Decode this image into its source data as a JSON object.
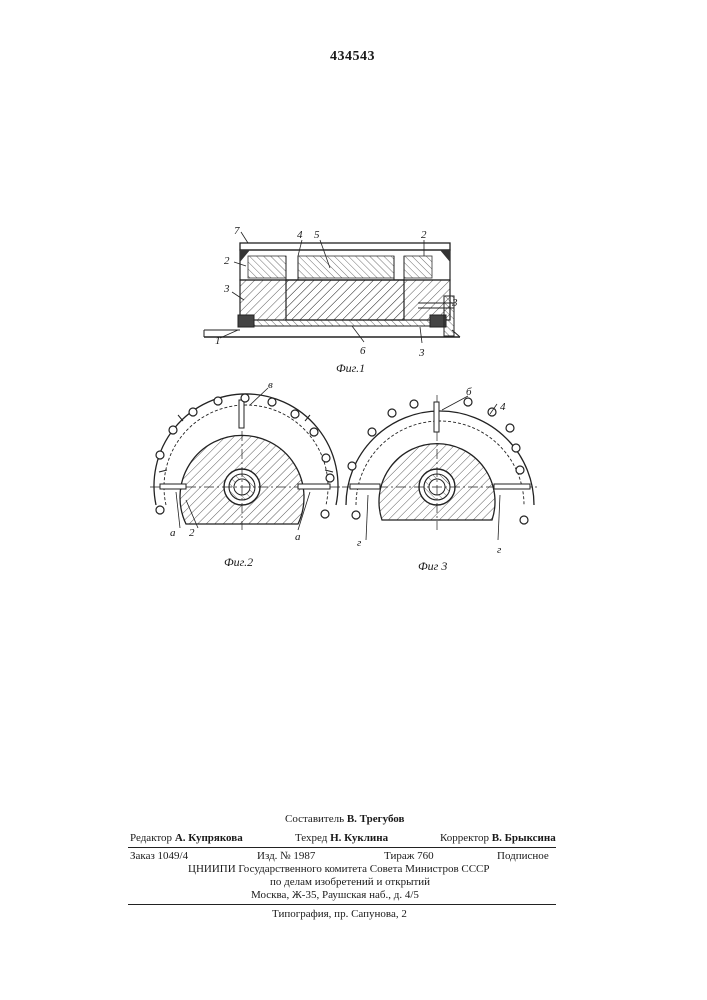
{
  "patent_number": "434543",
  "figure_1": {
    "caption": "Фиг.1",
    "labels": [
      "1",
      "2",
      "3",
      "4",
      "5",
      "2",
      "3",
      "6",
      "3",
      "7"
    ]
  },
  "figure_2": {
    "caption": "Фиг.2",
    "labels": [
      "в",
      "а",
      "2",
      "а"
    ]
  },
  "figure_3": {
    "caption": "Фиг 3",
    "labels": [
      "б",
      "4",
      "г",
      "г"
    ]
  },
  "imprint": {
    "compiler_label": "Составитель",
    "compiler_name": "В. Трегубов",
    "editor_label": "Редактор",
    "editor_name": "А. Купрякова",
    "techred_label": "Техред",
    "techred_name": "Н. Куклина",
    "corrector_label": "Корректор",
    "corrector_name": "В. Брыксина",
    "order": "Заказ 1049/4",
    "edition": "Изд. № 1987",
    "circulation": "Тираж 760",
    "subscription": "Подписное",
    "org_line1": "ЦНИИПИ Государственного комитета Совета Министров СССР",
    "org_line2": "по делам изобретений и открытий",
    "address": "Москва, Ж-35, Раушская наб., д. 4/5",
    "printer": "Типография, пр. Сапунова, 2"
  }
}
